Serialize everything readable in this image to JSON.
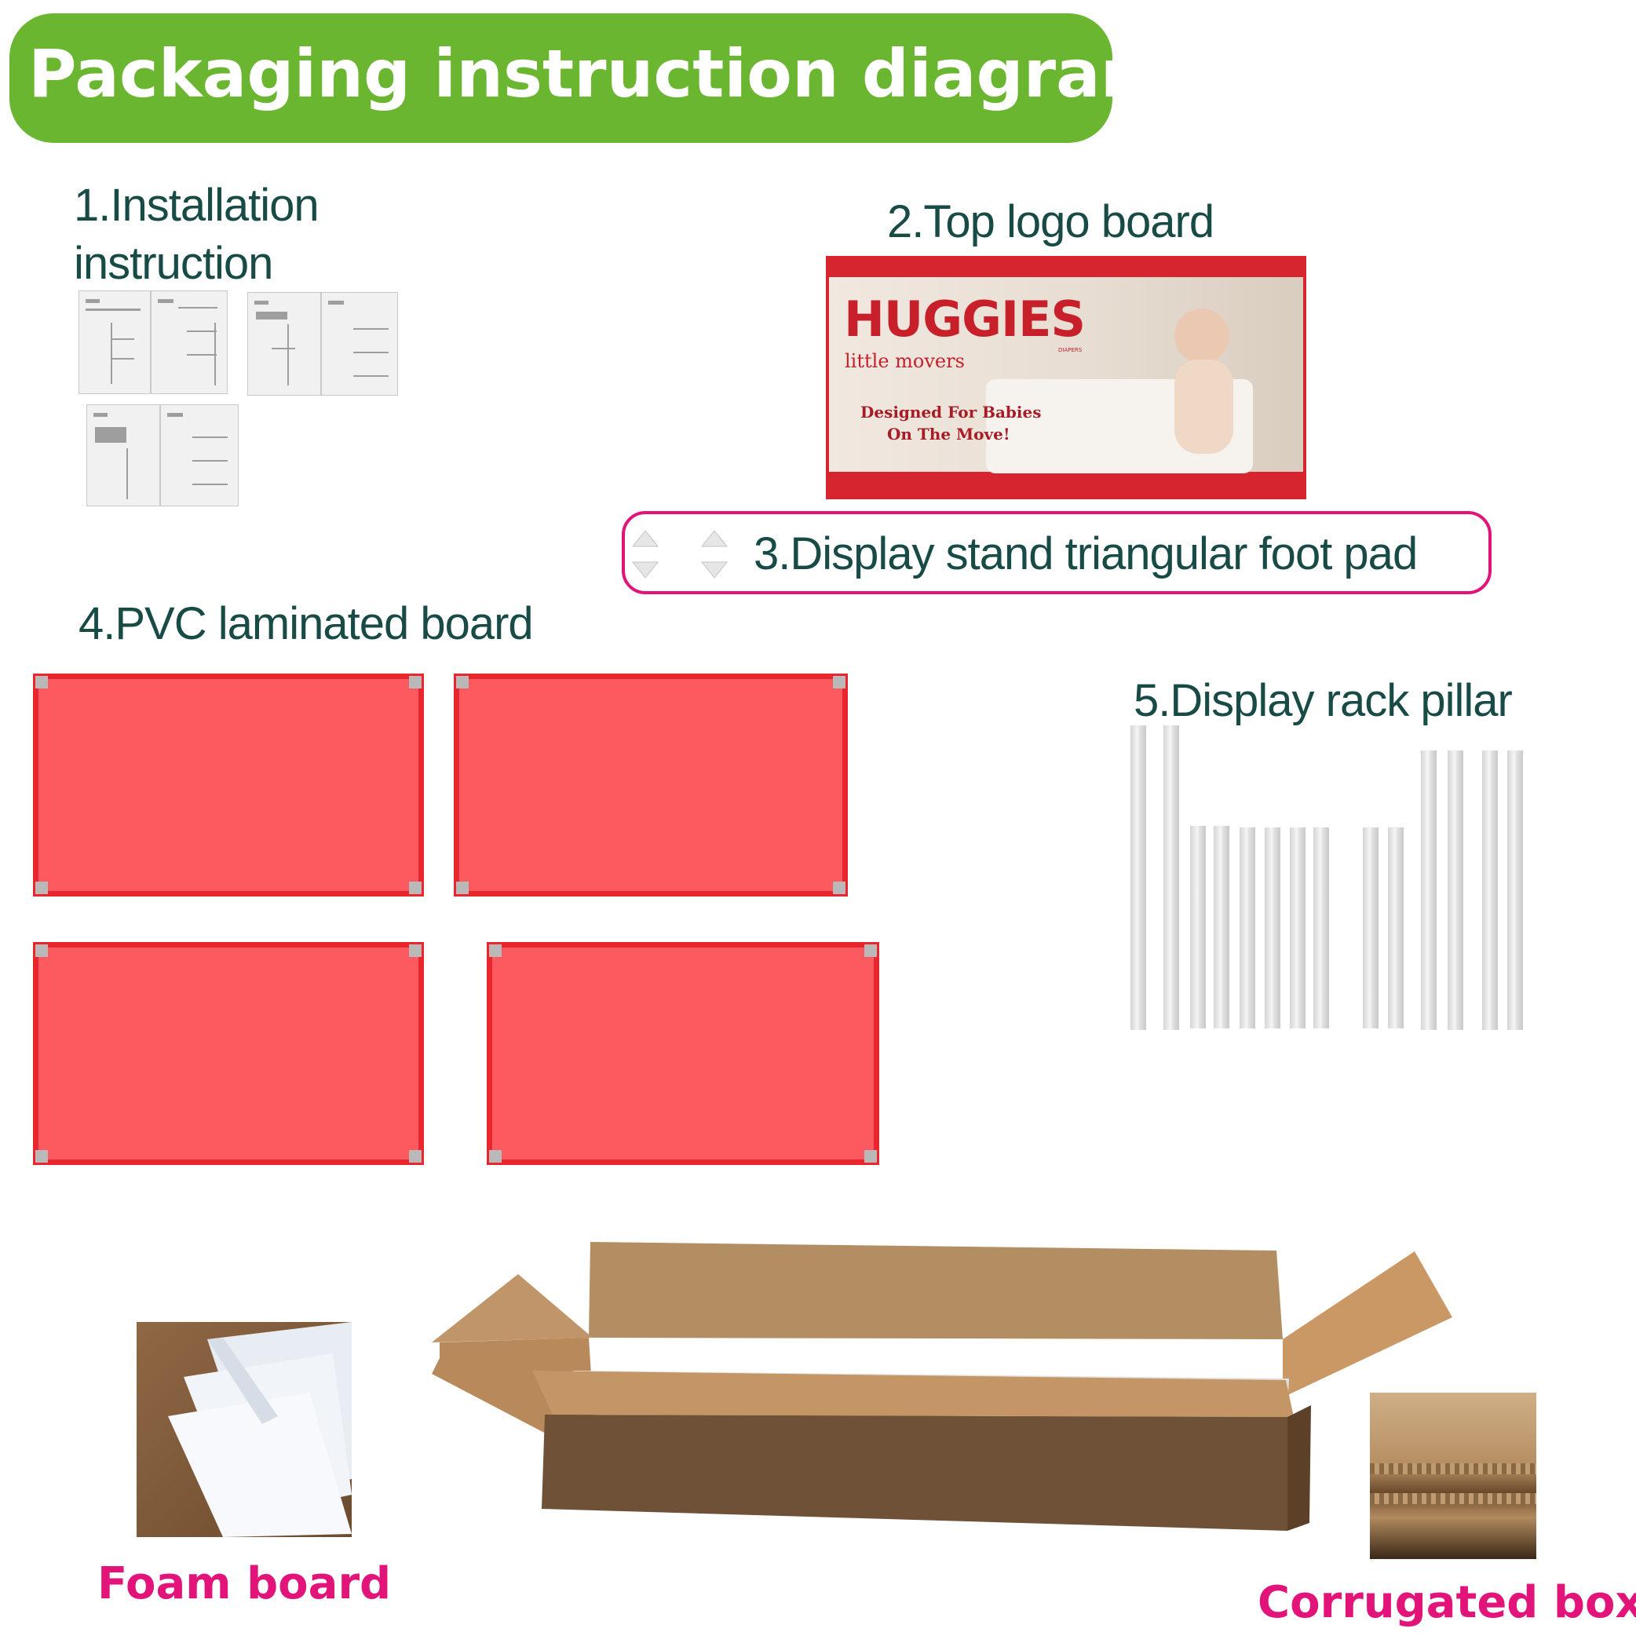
{
  "title": "Packaging instruction diagram",
  "items": {
    "installation": "1.Installation instruction",
    "installation_line1": "1.Installation",
    "installation_line2": "instruction",
    "top_logo": "2.Top logo board",
    "foot_pad": "3.Display stand triangular foot pad",
    "pvc_board": "4.PVC laminated board",
    "pillar": "5.Display rack pillar"
  },
  "logo_board": {
    "brand": "HUGGIES",
    "product": "little movers",
    "small": "DIAPERS",
    "tagline_line1": "Designed For Babies",
    "tagline_line2": "On The Move!"
  },
  "bottom": {
    "foam": "Foam board",
    "corrugated": "Corrugated box"
  },
  "colors": {
    "banner": "#6ab630",
    "label_text": "#184b46",
    "highlight": "#e2147a",
    "board_fill": "#fc5a5f",
    "board_edge": "#e9262e",
    "cardboard": "#b48a5c"
  }
}
